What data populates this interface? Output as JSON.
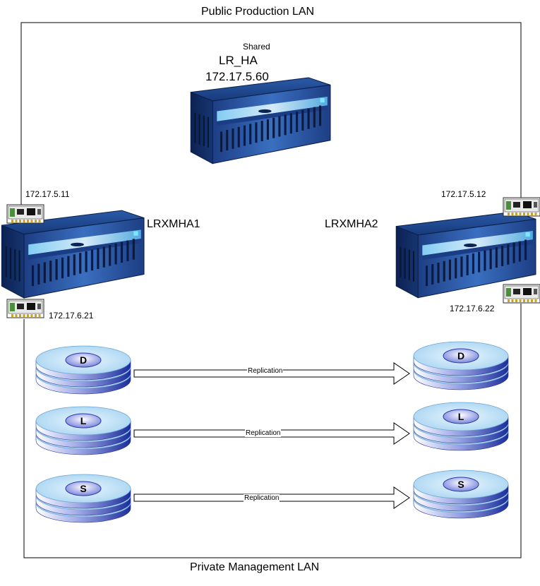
{
  "lans": {
    "public": "Public Production LAN",
    "private": "Private Management LAN"
  },
  "shared_server": {
    "caption": "Shared",
    "name": "LR_HA",
    "ip": "172.17.5.60"
  },
  "servers": [
    {
      "name": "LRXMHA1",
      "public_ip": "172.17.5.11",
      "private_ip": "172.17.6.21"
    },
    {
      "name": "LRXMHA2",
      "public_ip": "172.17.5.12",
      "private_ip": "172.17.6.22"
    }
  ],
  "disks": [
    {
      "letter": "D"
    },
    {
      "letter": "L"
    },
    {
      "letter": "S"
    }
  ],
  "replication_label": "Replication",
  "colors": {
    "server_body": "#1b3f82",
    "server_dark": "#0d2452",
    "server_highlight": "#5fc6f2",
    "disk_top": "#b5dcf3",
    "disk_side": "#1e2f9c",
    "nic_green": "#4a8f3a",
    "line": "#000000"
  }
}
